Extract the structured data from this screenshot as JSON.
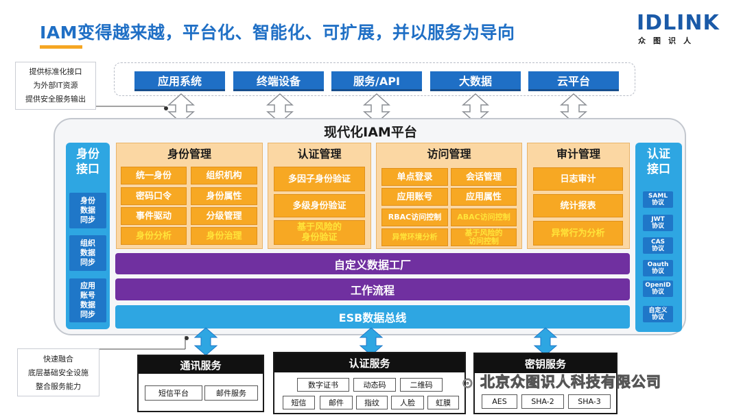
{
  "title": "IAM变得越来越，平台化、智能化、可扩展，并以服务为导向",
  "logo": {
    "brand": "IDLINK",
    "sub": "众图识人"
  },
  "top_note": [
    "提供标准化接口",
    "为外部IT资源",
    "提供安全服务输出"
  ],
  "bottom_note": [
    "快速融合",
    "底层基础安全设施",
    "整合服务能力"
  ],
  "top_systems": [
    "应用系统",
    "终端设备",
    "服务/API",
    "大数据",
    "云平台"
  ],
  "platform_title": "现代化IAM平台",
  "identity_interface": {
    "title": [
      "身份",
      "接口"
    ],
    "items": [
      [
        "身份",
        "数据",
        "同步"
      ],
      [
        "组织",
        "数据",
        "同步"
      ],
      [
        "应用",
        "账号",
        "数据",
        "同步"
      ]
    ]
  },
  "auth_interface": {
    "title": [
      "认证",
      "接口"
    ],
    "items": [
      [
        "SAML",
        "协议"
      ],
      [
        "JWT",
        "协议"
      ],
      [
        "CAS",
        "协议"
      ],
      [
        "Oauth",
        "协议"
      ],
      [
        "OpenID",
        "协议"
      ],
      [
        "自定义",
        "协议"
      ]
    ]
  },
  "modules": {
    "identity": {
      "title": "身份管理",
      "cells": [
        "统一身份",
        "组织机构",
        "密码口令",
        "身份属性",
        "事件驱动",
        "分级管理",
        "身份分析",
        "身份治理"
      ]
    },
    "auth": {
      "title": "认证管理",
      "cells": [
        "多因子身份验证",
        "多级身份验证",
        [
          "基于风险的",
          "身份验证"
        ]
      ]
    },
    "access": {
      "title": "访问管理",
      "cells": [
        "单点登录",
        "会话管理",
        "应用账号",
        "应用属性",
        "RBAC访问控制",
        "ABAC访问控制",
        "异常环境分析",
        [
          "基于风险的",
          "访问控制"
        ]
      ]
    },
    "audit": {
      "title": "审计管理",
      "cells": [
        "日志审计",
        "统计报表",
        "异常行为分析"
      ]
    }
  },
  "bars": [
    "自定义数据工厂",
    "工作流程",
    "ESB数据总线"
  ],
  "services": {
    "comm": {
      "title": "通讯服务",
      "items": [
        "短信平台",
        "邮件服务"
      ]
    },
    "auth": {
      "title": "认证服务",
      "row1": [
        "数字证书",
        "动态码",
        "二维码"
      ],
      "row2": [
        "短信",
        "邮件",
        "指纹",
        "人脸",
        "虹膜"
      ]
    },
    "key": {
      "title": "密钥服务",
      "items": [
        "AES",
        "SHA-2",
        "SHA-3"
      ]
    }
  },
  "watermark": "北京众图识人科技有限公司",
  "colors": {
    "blue": "#1f6fc5",
    "light_blue": "#2ea6e2",
    "orange": "#f7a823",
    "purple": "#7030a0",
    "accent": "#f5a623"
  }
}
